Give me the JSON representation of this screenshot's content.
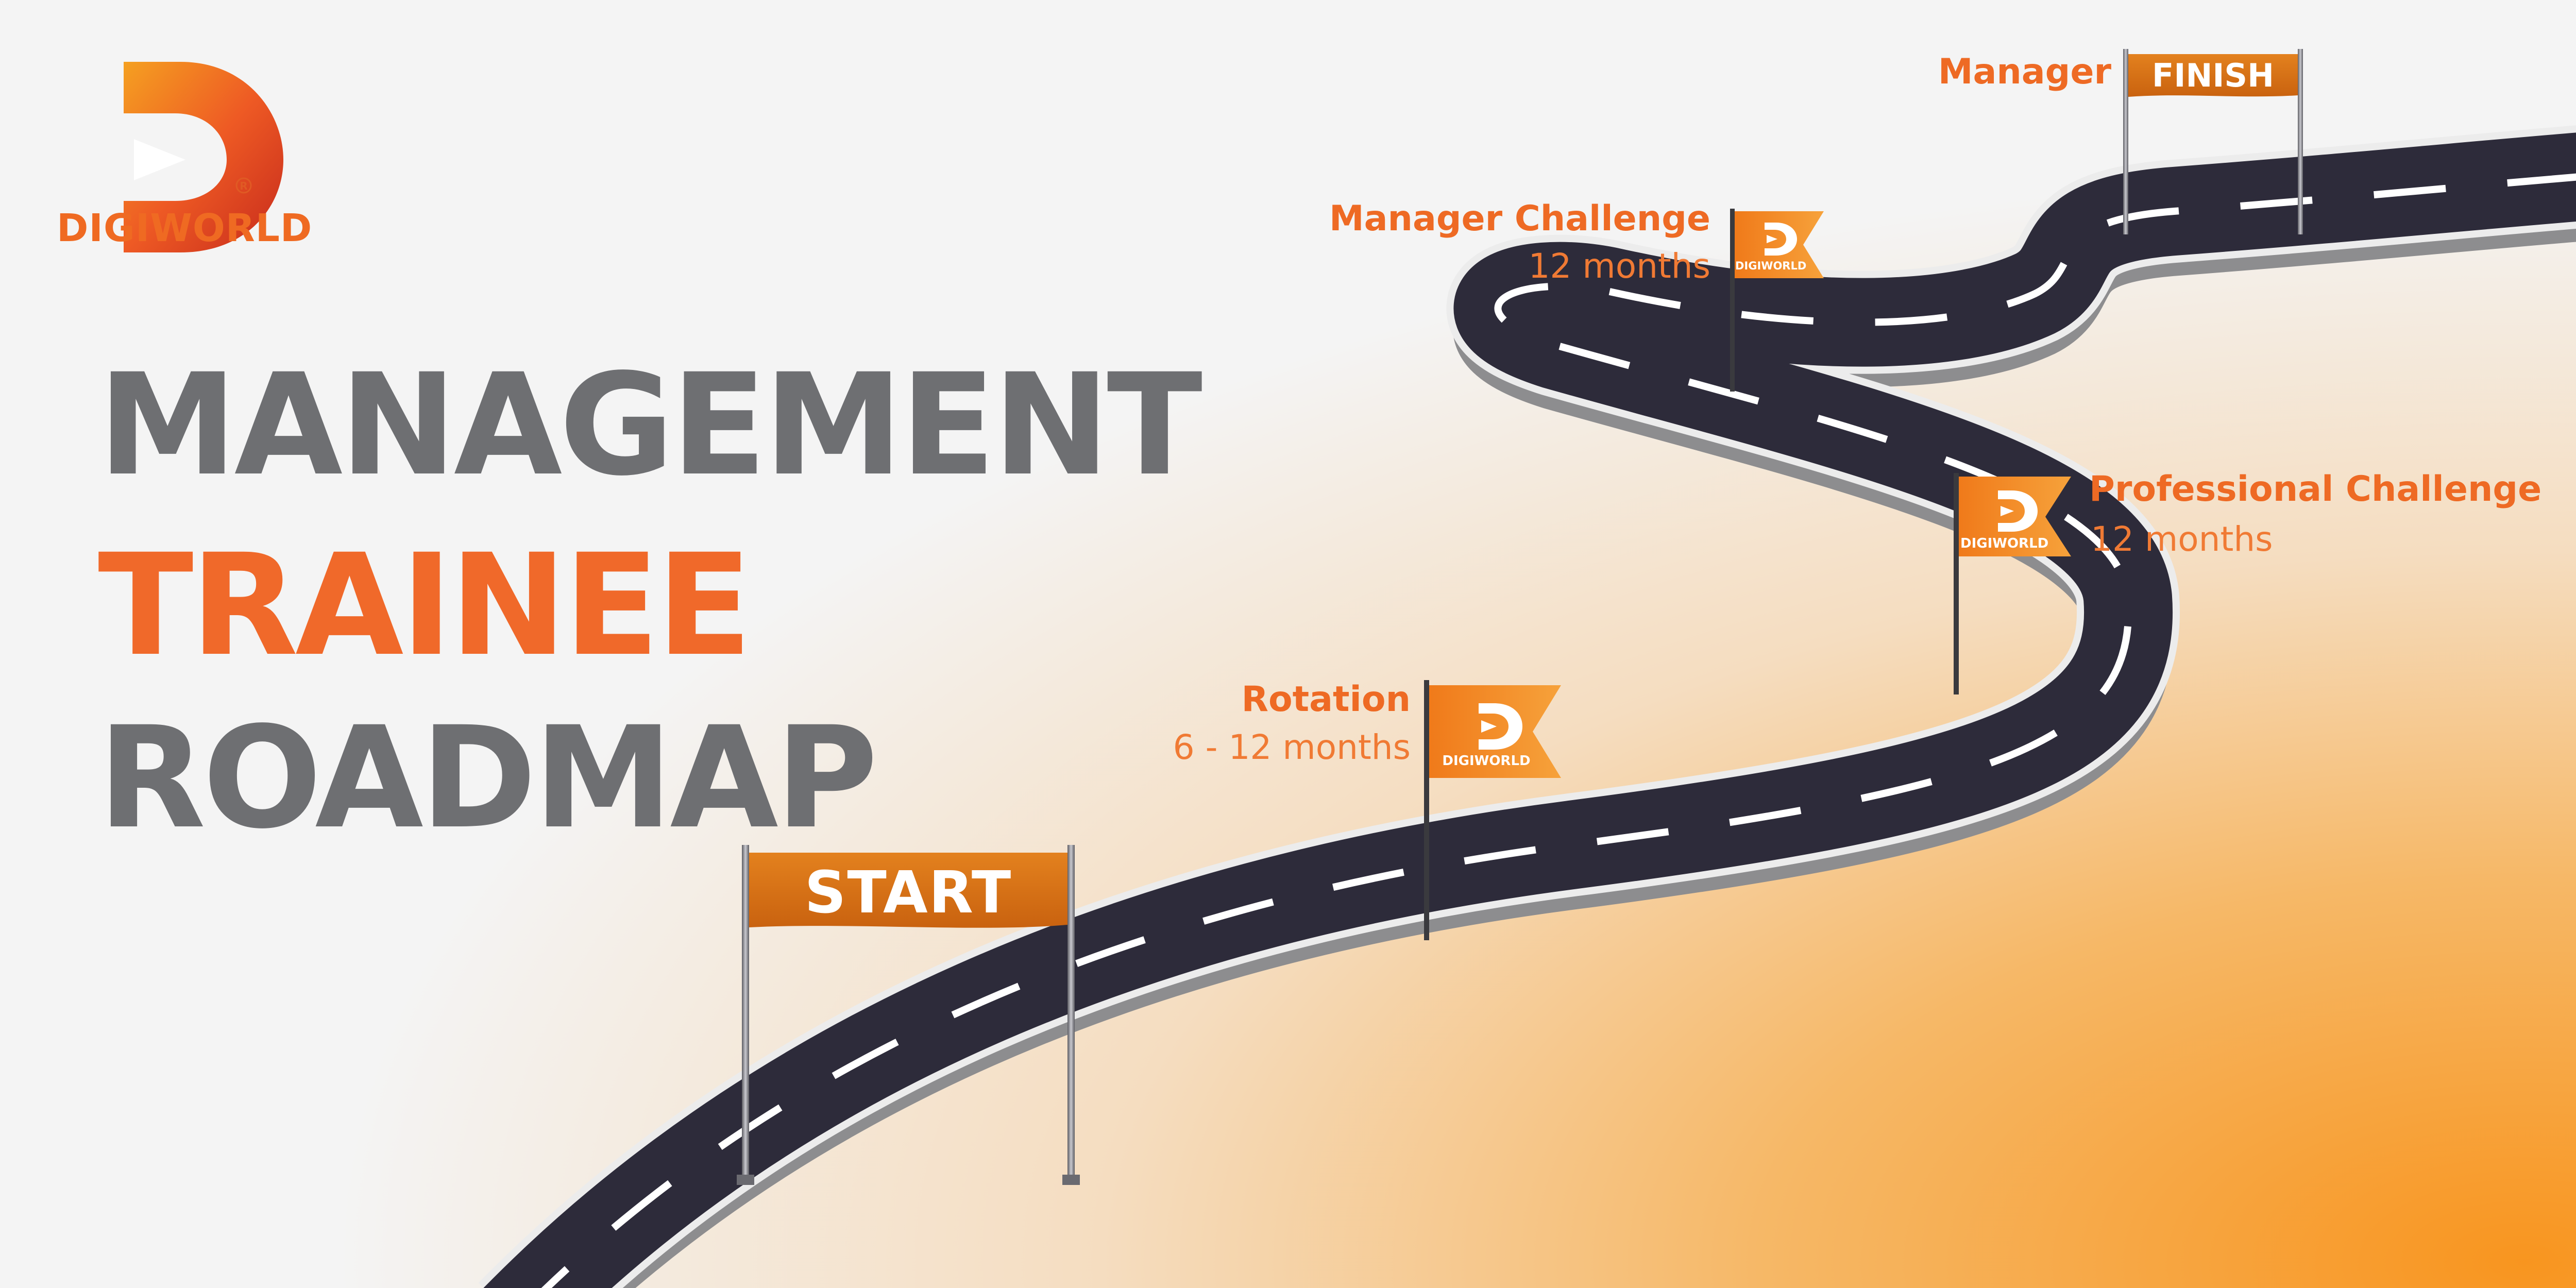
{
  "brand": {
    "name": "DIGIWORLD",
    "registered_mark": "®",
    "color_orange": "#ef6a22",
    "color_red": "#d9381e"
  },
  "headline": {
    "line1": "MANAGEMENT",
    "line2": "TRAINEE",
    "line3": "ROADMAP",
    "color_gray": "#6e6f72",
    "color_orange": "#f0692a"
  },
  "banners": {
    "start": "START",
    "finish": "FINISH",
    "banner_color": "#d9731c"
  },
  "milestones": [
    {
      "title": "Rotation",
      "duration": "6 - 12 months",
      "flag_icon": "digiworld-logo",
      "flag_label": "DIGIWORLD"
    },
    {
      "title": "Professional Challenge",
      "duration": "12 months",
      "flag_icon": "digiworld-logo",
      "flag_label": "DIGIWORLD"
    },
    {
      "title": "Manager Challenge",
      "duration": "12 months",
      "flag_icon": "digiworld-logo",
      "flag_label": "DIGIWORLD"
    },
    {
      "title": "Manager",
      "duration": "",
      "flag_icon": "finish-banner"
    }
  ],
  "colors": {
    "road": "#2d2b3a",
    "road_edge": "#ececec",
    "road_side": "#8d8d8f",
    "background_light": "#f4f4f4",
    "background_orange": "#f7931e",
    "flag_orange": "#f07a1a"
  }
}
